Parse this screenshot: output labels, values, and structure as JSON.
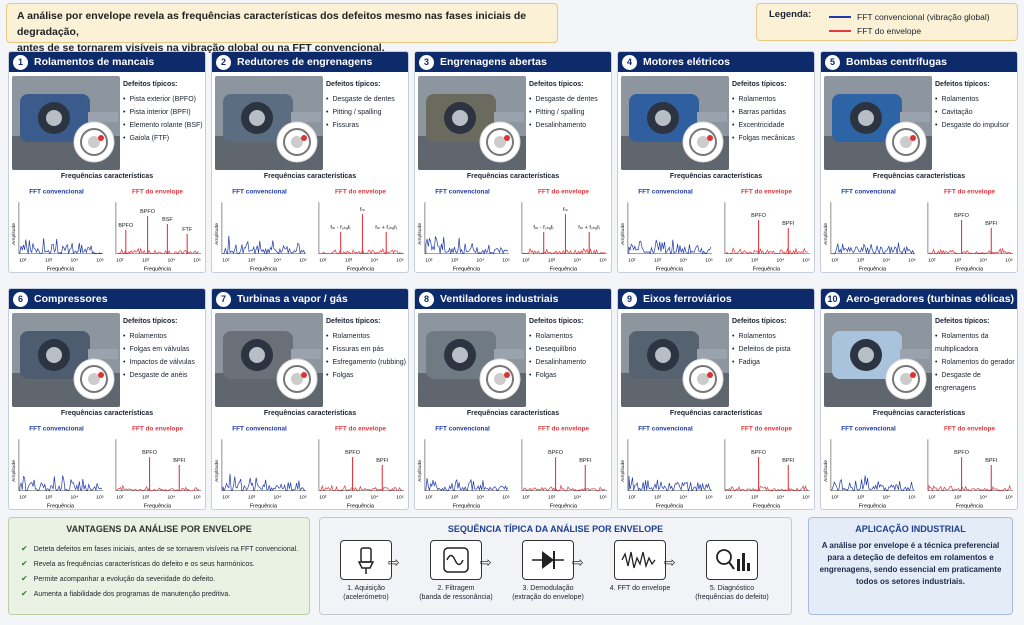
{
  "intro": {
    "line1": "A análise por envelope revela as frequências características dos defeitos mesmo nas fases iniciais de degradação,",
    "line2": "antes de se tornarem visíveis na vibração global ou na FFT convencional."
  },
  "legend": {
    "title": "Legenda:",
    "items": [
      {
        "label": "FFT convencional (vibração global)",
        "color": "#1f3aa8"
      },
      {
        "label": "FFT do envelope",
        "color": "#e0393e"
      }
    ]
  },
  "colors": {
    "header": "#0d2a6b",
    "conventional": "#1f3aa8",
    "envelope": "#e0393e"
  },
  "common": {
    "defects_title": "Defeitos típicos:",
    "freq_title": "Frequências características",
    "conv_label": "FFT convencional",
    "env_label": "FFT do envelope",
    "y_label": "Amplitude",
    "x_label": "Frequência",
    "ticks": [
      "10²",
      "10³",
      "10⁴",
      "10⁵"
    ]
  },
  "cards": [
    {
      "num": "1",
      "title": "Rolamentos de mancais",
      "defects": [
        "Pista exterior (BPFO)",
        "Pista interior (BPFI)",
        "Elemento rolante (BSF)",
        "Gaiola (FTF)"
      ],
      "peaks": [
        "BPFO",
        "BPFO",
        "BSF",
        "FTF"
      ],
      "icon": "bearing-icon"
    },
    {
      "num": "2",
      "title": "Redutores de engrenagens",
      "defects": [
        "Desgaste de dentes",
        "Pitting / spalling",
        "Fissuras"
      ],
      "peaks": [
        "fₘ - fₛₕₐfₜ",
        "fₘ",
        "fₘ + fₛₕₐfₜ"
      ],
      "icon": "gear-tooth-icon"
    },
    {
      "num": "3",
      "title": "Engrenagens abertas",
      "defects": [
        "Desgaste de dentes",
        "Pitting / spalling",
        "Desalinhamento"
      ],
      "peaks": [
        "fₘ - fₛₕₐfₜ",
        "fₘ",
        "fₘ + fₛₕₐfₜ"
      ],
      "icon": "gear-tooth-icon"
    },
    {
      "num": "4",
      "title": "Motores elétricos",
      "defects": [
        "Rolamentos",
        "Barras partidas",
        "Excentricidade",
        "Folgas mecânicas"
      ],
      "peaks": [
        "BPFO",
        "BPFI"
      ],
      "icon": "motor-section-icon"
    },
    {
      "num": "5",
      "title": "Bombas centrífugas",
      "defects": [
        "Rolamentos",
        "Cavitação",
        "Desgaste do impulsor"
      ],
      "peaks": [
        "BPFO",
        "BPFI"
      ],
      "icon": "impeller-icon"
    },
    {
      "num": "6",
      "title": "Compressores",
      "defects": [
        "Rolamentos",
        "Folgas em válvulas",
        "Impactos de válvulas",
        "Desgaste de anéis"
      ],
      "peaks": [
        "BPFO",
        "BPFI"
      ],
      "icon": "valve-icon"
    },
    {
      "num": "7",
      "title": "Turbinas a vapor / gás",
      "defects": [
        "Rolamentos",
        "Fissuras em pás",
        "Esfregamento (rubbing)",
        "Folgas"
      ],
      "peaks": [
        "BPFO",
        "BPFI"
      ],
      "icon": "blade-icon"
    },
    {
      "num": "8",
      "title": "Ventiladores industriais",
      "defects": [
        "Rolamentos",
        "Desequilíbrio",
        "Desalinhamento",
        "Folgas"
      ],
      "peaks": [
        "BPFO",
        "BPFI"
      ],
      "icon": "fan-icon"
    },
    {
      "num": "9",
      "title": "Eixos ferroviários",
      "defects": [
        "Rolamentos",
        "Defeitos de pista",
        "Fadiga"
      ],
      "peaks": [
        "BPFO",
        "BPFI"
      ],
      "icon": "axle-icon"
    },
    {
      "num": "10",
      "title": "Aero-geradores (turbinas eólicas)",
      "defects": [
        "Rolamentos da multiplicadora",
        "Rolamentos do gerador",
        "Desgaste de engrenagens"
      ],
      "peaks": [
        "BPFO",
        "BPFI"
      ],
      "icon": "bearing-icon"
    }
  ],
  "advantages": {
    "title": "VANTAGENS DA ANÁLISE POR ENVELOPE",
    "items": [
      "Deteta defeitos em fases iniciais, antes de se tornarem visíveis na FFT convencional.",
      "Revela as frequências características do defeito e os seus harmónicos.",
      "Permite acompanhar a evolução da severidade do defeito.",
      "Aumenta a fiabilidade dos programas de manutenção preditiva."
    ]
  },
  "sequence": {
    "title": "SEQUÊNCIA TÍPICA DA ANÁLISE POR ENVELOPE",
    "steps": [
      {
        "label": "1. Aquisição",
        "sub": "(acelerómetro)",
        "icon": "accelerometer-icon"
      },
      {
        "label": "2. Filtragem",
        "sub": "(banda de ressonância)",
        "icon": "filter-icon"
      },
      {
        "label": "3. Demodulação",
        "sub": "(extração do envelope)",
        "icon": "diode-icon"
      },
      {
        "label": "4. FFT do envelope",
        "sub": "",
        "icon": "spectrum-icon"
      },
      {
        "label": "5. Diagnóstico",
        "sub": "(frequências do defeito)",
        "icon": "magnifier-chart-icon"
      }
    ]
  },
  "application": {
    "title": "APLICAÇÃO INDUSTRIAL",
    "text": "A análise por envelope é a técnica preferencial para a deteção de defeitos em rolamentos e engrenagens, sendo essencial em praticamente todos os setores industriais."
  }
}
